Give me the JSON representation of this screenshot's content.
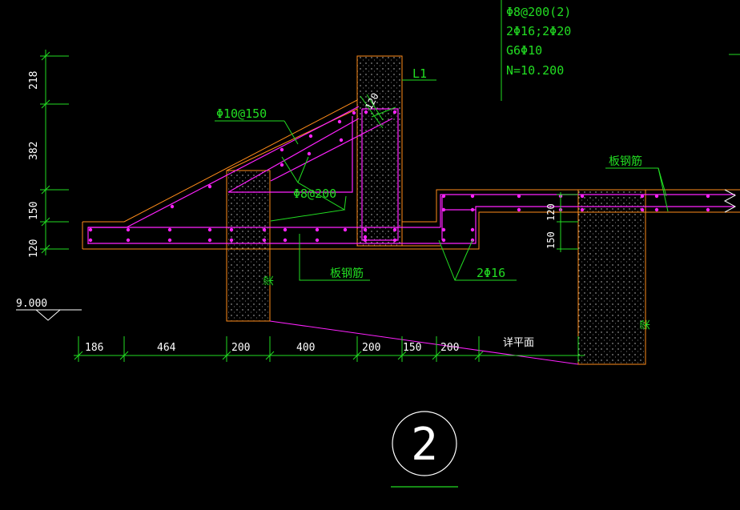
{
  "beam_note": {
    "stirrup": "Φ8@200(2)",
    "main_bars": "2Φ16;2Φ20",
    "side_bars": "G6Φ10",
    "elevation": "N=10.200"
  },
  "labels": {
    "beam_id": "L1",
    "inclined_slab_rebar": "Φ10@150",
    "inclined_stirrup": "Φ8@200",
    "slab_rebar_left": "板钢筋",
    "slab_rebar_right": "板钢筋",
    "bottom_bars": "2Φ16",
    "beam_left": "梁",
    "beam_right": "梁",
    "slope_dim": "120",
    "see_plan": "详平面",
    "level": "9.000",
    "step_dim_1": "120",
    "step_dim_2": "150"
  },
  "dims_left": [
    "218",
    "382",
    "150",
    "120"
  ],
  "dims_bottom": [
    "186",
    "464",
    "200",
    "400",
    "200",
    "150",
    "200"
  ],
  "section_number": "2",
  "colors": {
    "background": "#000000",
    "dimension": "#22dd22",
    "outline": "#ff8c1a",
    "rebar": "#ff22ff",
    "text": "#ffffff"
  }
}
